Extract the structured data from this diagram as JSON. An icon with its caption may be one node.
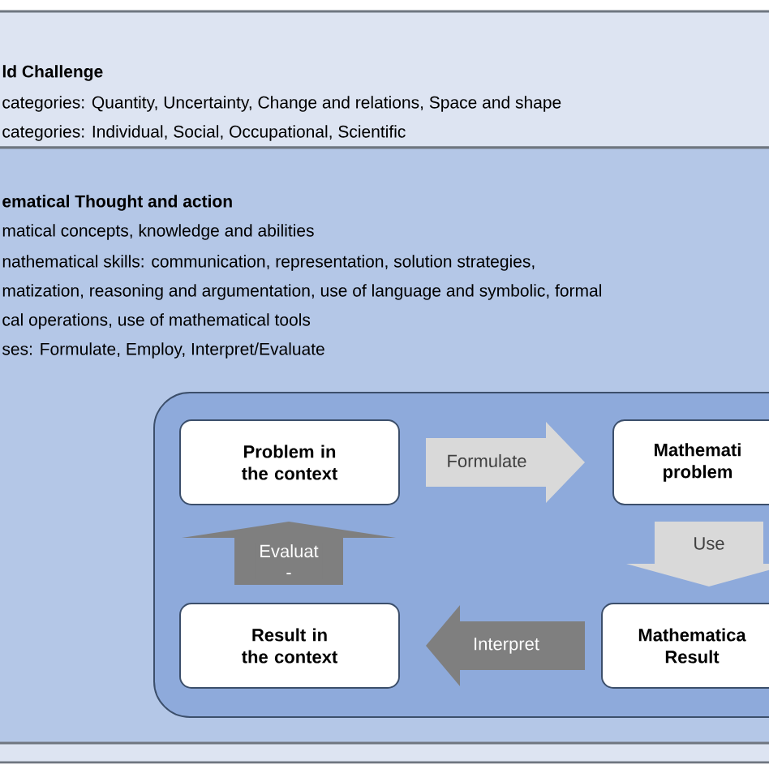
{
  "diagram": {
    "nodes": [
      {
        "text": [
          "ld Challenge",
          "categories: Quantity, Uncertainty, Change and relations, Space and shape",
          "categories: Individual, Social, Occupational, Scientific"
        ]
      },
      {
        "text": [
          "ematical Thought and action",
          "matical concepts, knowledge and abilities",
          "nathematical skills: communication, representation, solution strategies,",
          "matization, reasoning and argumentation, use of language and symbolic, formal",
          "cal operations, use of mathematical tools",
          "ses: Formulate, Employ, Interpret/Evaluate"
        ]
      },
      {
        "text": [],
        "shape": "box",
        "in": 1
      },
      {
        "text": [
          "Problem in the context"
        ],
        "in": 2
      },
      {
        "text": [
          "Mathemati problem"
        ],
        "in": 2
      },
      {
        "text": [
          "Mathematica Result"
        ],
        "in": 2
      },
      {
        "text": [
          "Result in the context"
        ],
        "in": 2
      }
    ],
    "edges": [
      {
        "from": 3,
        "to": 4,
        "arrow": "to",
        "label": "Formulate",
        "color": "#d9d9d9"
      },
      {
        "from": 4,
        "to": 5,
        "arrow": "to",
        "label": "Use",
        "color": "#d9d9d9",
        "style": "thick"
      },
      {
        "from": 5,
        "to": 6,
        "arrow": "to",
        "label": "Interpret",
        "color": "#7f7f7f"
      },
      {
        "from": 6,
        "to": 3,
        "arrow": "to",
        "label": "Evaluat -",
        "color": "#7f7f7f",
        "style": "thick"
      }
    ]
  }
}
